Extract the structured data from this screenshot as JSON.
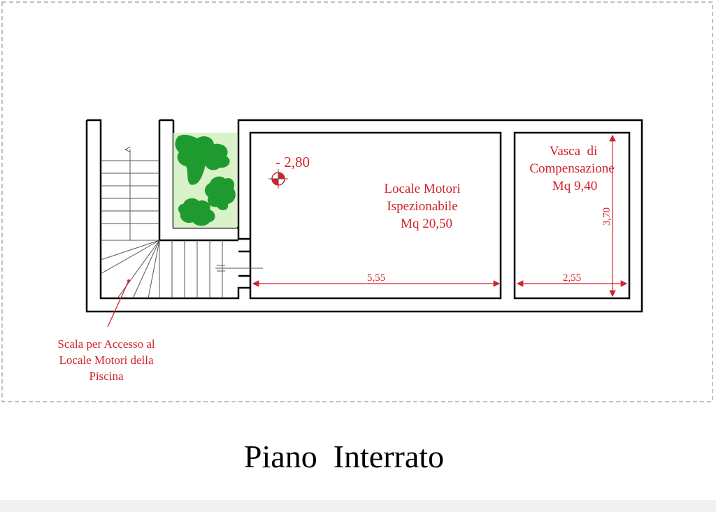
{
  "plan": {
    "title": "Piano  Interrato",
    "level_marker": "- 2,80",
    "rooms": {
      "motori": {
        "line1": "Locale Motori",
        "line2": "Ispezionabile",
        "line3": "Mq 20,50"
      },
      "vasca": {
        "line1": "Vasca  di",
        "line2": "Compensazione",
        "line3": "Mq 9,40"
      }
    },
    "dimensions": {
      "motori_width": "5,55",
      "vasca_width": "2,55",
      "vasca_height": "3,70"
    },
    "stair_note": {
      "line1": "Scala per Accesso al",
      "line2": "Locale Motori della",
      "line3": "Piscina"
    },
    "colors": {
      "annotation": "#d2232a",
      "vegetation": "#1f9a2e",
      "vegetation_bg": "#d9f2c9",
      "walls": "#000000"
    }
  }
}
